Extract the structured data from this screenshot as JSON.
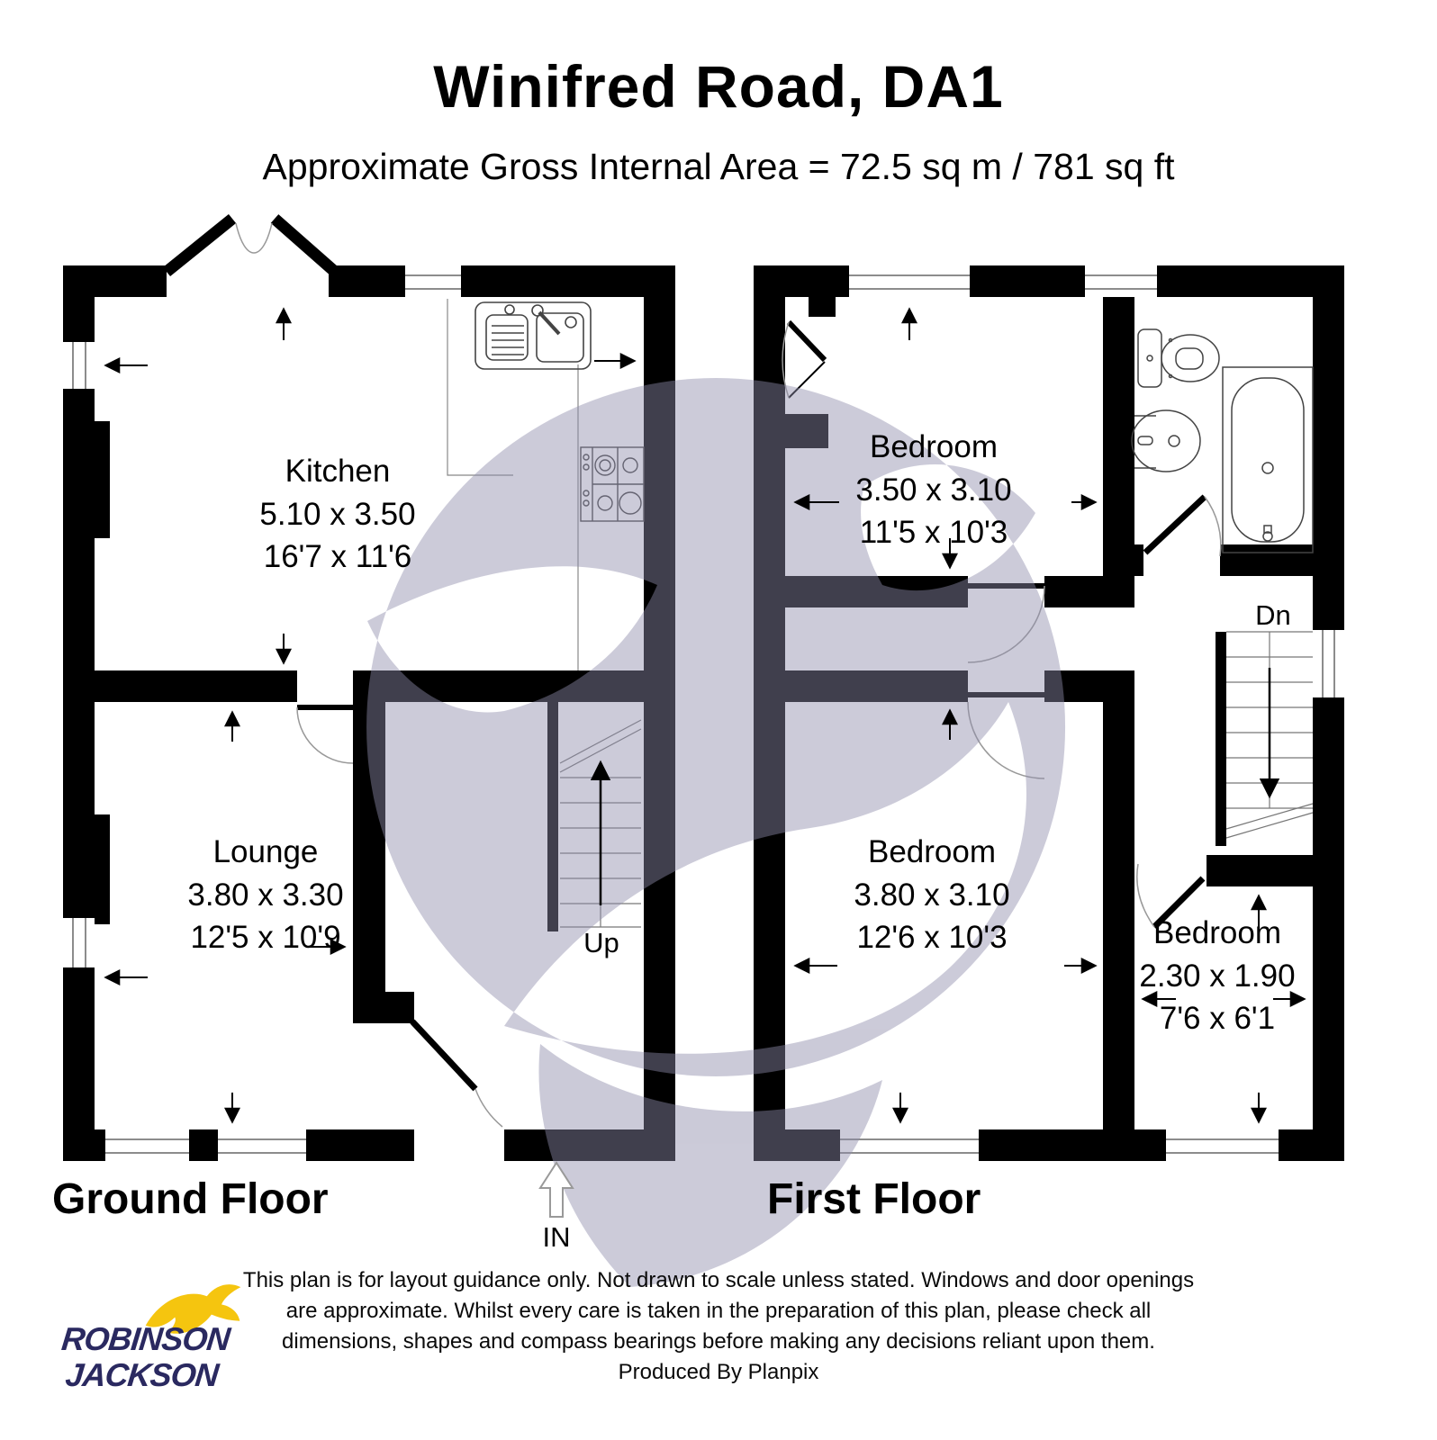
{
  "header": {
    "title": "Winifred Road, DA1",
    "subtitle": "Approximate Gross Internal Area = 72.5 sq m / 781 sq ft"
  },
  "ground_floor": {
    "label": "Ground Floor",
    "kitchen": {
      "name": "Kitchen",
      "metric": "5.10 x 3.50",
      "imperial": "16'7 x 11'6"
    },
    "lounge": {
      "name": "Lounge",
      "metric": "3.80 x 3.30",
      "imperial": "12'5 x 10'9"
    },
    "stairs_label": "Up",
    "entrance_label": "IN"
  },
  "first_floor": {
    "label": "First Floor",
    "bedroom1": {
      "name": "Bedroom",
      "metric": "3.50 x 3.10",
      "imperial": "11'5 x 10'3"
    },
    "bedroom2": {
      "name": "Bedroom",
      "metric": "3.80 x 3.10",
      "imperial": "12'6 x 10'3"
    },
    "bedroom3": {
      "name": "Bedroom",
      "metric": "2.30 x 1.90",
      "imperial": "7'6 x 6'1"
    },
    "stairs_label": "Dn"
  },
  "footer": {
    "disclaimer_line1": "This plan is for layout guidance only. Not drawn to scale unless stated. Windows and door openings",
    "disclaimer_line2": "are approximate. Whilst every care is taken in the preparation of this plan, please check all",
    "disclaimer_line3": "dimensions, shapes and compass bearings before making any decisions reliant upon them.",
    "produced_by": "Produced By Planpix"
  },
  "logo": {
    "name_line1": "ROBINSON",
    "name_line2": "JACKSON"
  },
  "colors": {
    "wall": "#000000",
    "watermark": "#8e8cab",
    "logo_navy": "#2a2960",
    "logo_yellow": "#f5c50f"
  }
}
